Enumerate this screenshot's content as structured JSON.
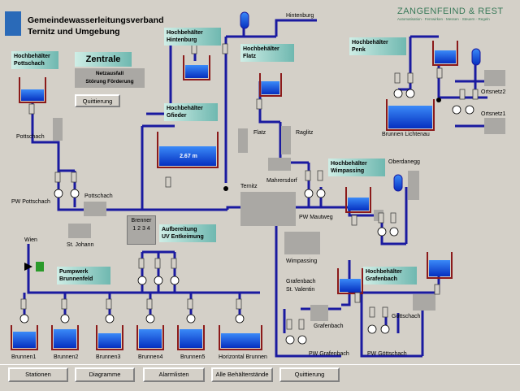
{
  "header": {
    "title_line1": "Gemeindewasserleitungsverband",
    "title_line2": "Ternitz und Umgebung",
    "logo_main": "ZANGENFEIND & REST",
    "logo_sub": "Automatisation · Fernwirken · Messen · Steuern · Regeln"
  },
  "zentrale": {
    "title": "Zentrale",
    "status_line1": "Netzausfall",
    "status_line2": "Störung Förderung",
    "quittierung_label": "Quittierung"
  },
  "hochbehaelter": {
    "pottschach": "Hochbehälter\nPottschach",
    "hintenburg": "Hochbehälter\nHintenburg",
    "flatz": "Hochbehälter\nFlatz",
    "penk": "Hochbehälter\nPenk",
    "gfieder": "Hochbehälter\nGfieder",
    "wimpassing": "Hochbehälter\nWimpassing",
    "grafenbach": "Hochbehälter\nGrafenbach"
  },
  "gfieder_level": "2.67 m",
  "brenner": {
    "label": "Brenner",
    "numbers": "1 2 3 4"
  },
  "aufbereitung": "Aufbereitung\nUV Entkeimung",
  "pumpwerk": "Pumpwerk\nBrunnenfeld",
  "labels": {
    "hintenburg": "Hintenburg",
    "pottschach": "Pottschach",
    "pottschach2": "Pottschach",
    "pw_pottschach": "PW Pottschach",
    "st_johann": "St. Johann",
    "wien": "Wien",
    "flatz": "Flatz",
    "raglitz": "Raglitz",
    "mahrersdorf": "Mahrersdorf",
    "ternitz": "Ternitz",
    "pw_mautweg": "PW Mautweg",
    "oberdanegg": "Oberdanegg",
    "wimpassing": "Wimpassing",
    "grafenbach_st_valentin": "Grafenbach\nSt. Valentin",
    "grafenbach": "Grafenbach",
    "pw_grafenbach": "PW Grafenbach",
    "goettschach": "Göttschach",
    "pw_goettschach": "PW Göttschach",
    "brunnen_lichtenau": "Brunnen Lichtenau",
    "ortsnetz2": "Ortsnetz2",
    "ortsnetz1": "Ortsnetz1"
  },
  "brunnen": [
    "Brunnen1",
    "Brunnen2",
    "Brunnen3",
    "Brunnen4",
    "Brunnen5",
    "Horizontal Brunnen"
  ],
  "buttons": {
    "stationen": "Stationen",
    "diagramme": "Diagramme",
    "alarmlisten": "Alarmlisten",
    "alle_behaelter": "Alle Behälterstände",
    "quittierung": "Quittierung"
  },
  "colors": {
    "pipe": "#1a1aa0",
    "water": "#0a4ad8",
    "box_teal": "#6fb8b0",
    "valve_green": "#2a9a2a",
    "tank_frame": "#8b1a1a"
  }
}
